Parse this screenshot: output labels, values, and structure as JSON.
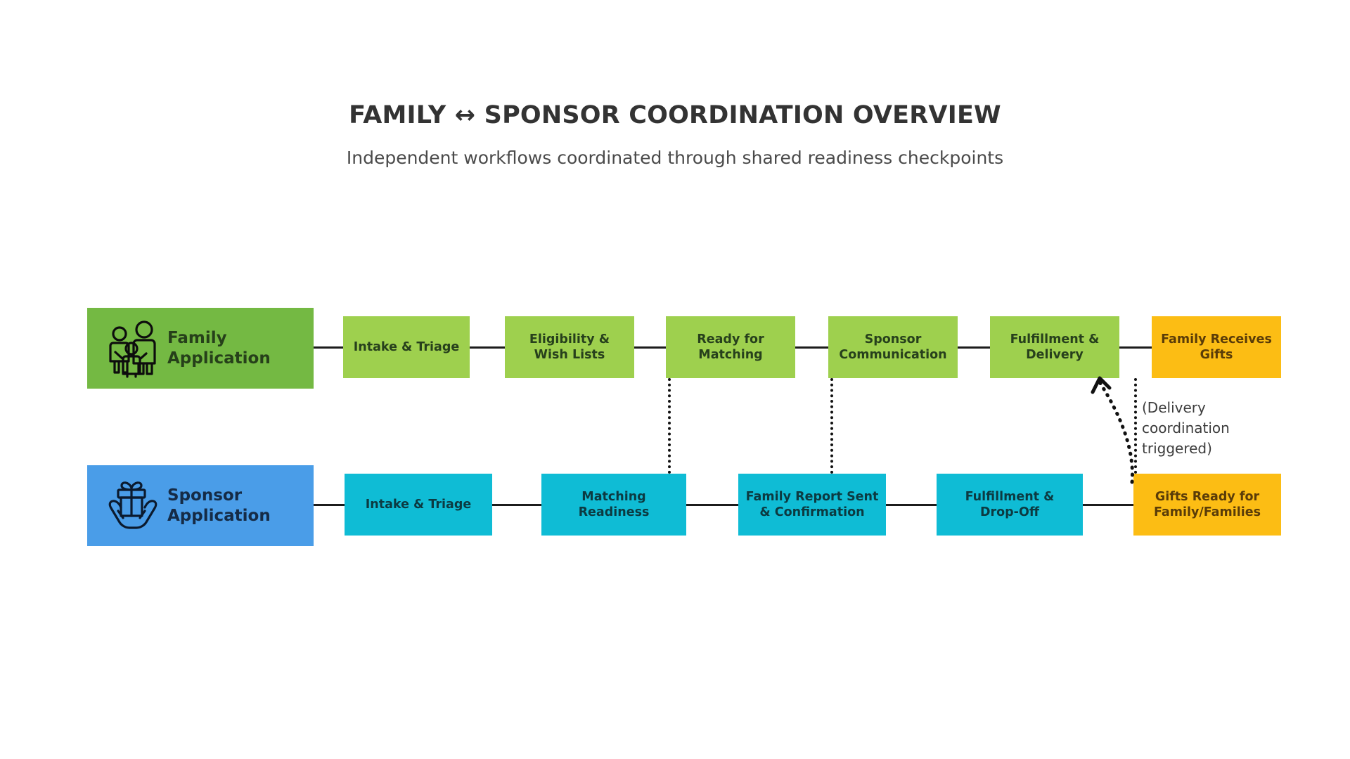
{
  "header": {
    "title": "FAMILY ↔ SPONSOR COORDINATION OVERVIEW",
    "subtitle": "Independent workflows coordinated through shared readiness checkpoints"
  },
  "colors": {
    "family_lane": "#74b943",
    "family_step": "#9ed04e",
    "family_text": "#27401c",
    "sponsor_lane": "#4a9de8",
    "sponsor_step": "#0fbcd5",
    "sponsor_text": "#0c3a41",
    "outcome": "#fcbd14",
    "outcome_text": "#5a3c08",
    "connector": "#1c1c1c",
    "background": "#ffffff",
    "title_text": "#333333"
  },
  "lanes": [
    {
      "id": "family",
      "label": "Family\nApplication",
      "icon": "family-group-icon",
      "steps": [
        {
          "label": "Intake & Triage",
          "kind": "green"
        },
        {
          "label": "Eligibility &\nWish Lists",
          "kind": "green"
        },
        {
          "label": "Ready for\nMatching",
          "kind": "green"
        },
        {
          "label": "Sponsor\nCommunication",
          "kind": "green"
        },
        {
          "label": "Fulfillment &\nDelivery",
          "kind": "green"
        },
        {
          "label": "Family Receives\nGifts",
          "kind": "yellow"
        }
      ]
    },
    {
      "id": "sponsor",
      "label": "Sponsor\nApplication",
      "icon": "gift-in-hands-icon",
      "steps": [
        {
          "label": "Intake & Triage",
          "kind": "cyan"
        },
        {
          "label": "Matching\nReadiness",
          "kind": "cyan"
        },
        {
          "label": "Family Report Sent\n& Confirmation",
          "kind": "cyan"
        },
        {
          "label": "Fulfillment &\nDrop-Off",
          "kind": "cyan"
        },
        {
          "label": "Gifts Ready for\nFamily/Families",
          "kind": "yellow"
        }
      ]
    }
  ],
  "annotations": {
    "delivery": "(Delivery\ncoordination\ntriggered)"
  }
}
